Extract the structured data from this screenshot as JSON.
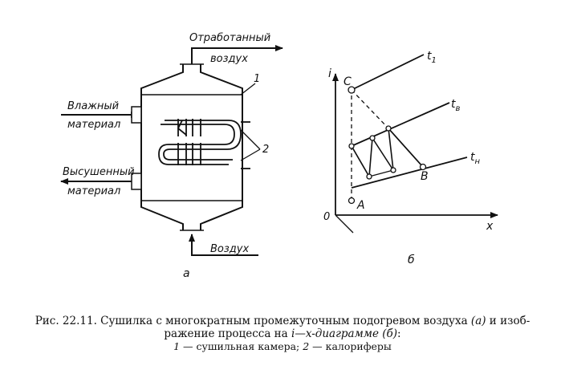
{
  "figure_a": {
    "label_exhaust": "Отработанный",
    "label_exhaust2": "воздух",
    "label_wet": "Влажный",
    "label_wet2": "материал",
    "label_dry": "Высушенный",
    "label_dry2": "материал",
    "label_air": "Воздух",
    "num_1": "1",
    "num_2": "2",
    "panel_label": "а"
  },
  "figure_b": {
    "axis_i": "i",
    "axis_x": "x",
    "origin": "0",
    "point_c": "C",
    "point_a": "A",
    "point_b": "B",
    "line_t1": "t",
    "line_t1_sub": "1",
    "line_tv": "t",
    "line_tv_sub": "в",
    "line_tn": "t",
    "line_tn_sub": "н",
    "panel_label": "б"
  },
  "caption": {
    "line1_a": "Рис. 22.11. Сушилка с многократным промежуточным подогревом воздуха ",
    "line1_b": "(а)",
    "line1_c": " и изоб-",
    "line2_a": "ражение процесса на ",
    "line2_b": "i—x-диаграмме (б)",
    "line2_c": ":",
    "line3_a": "1",
    "line3_b": " — сушильная камера; ",
    "line3_c": "2",
    "line3_d": " — калориферы"
  }
}
